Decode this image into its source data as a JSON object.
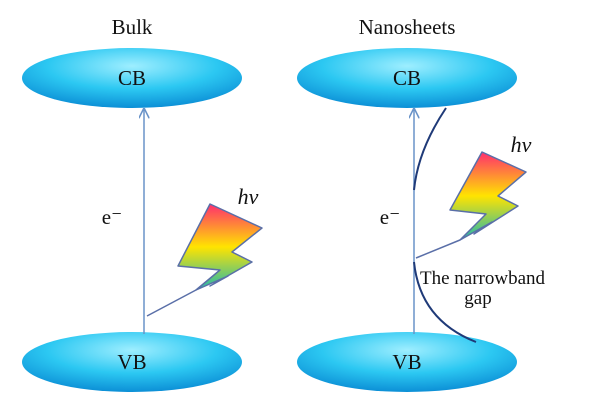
{
  "panels": [
    {
      "title": "Bulk",
      "conduction_band": "CB",
      "valence_band": "VB",
      "electron_label": "e⁻",
      "photon_label": "hν"
    },
    {
      "title": "Nanosheets",
      "conduction_band": "CB",
      "valence_band": "VB",
      "electron_label": "e⁻",
      "photon_label": "hν",
      "annotation_line1": "The narrowband",
      "annotation_line2": "gap"
    }
  ],
  "colors": {
    "band_light": "#9eeeff",
    "band_mid": "#2cc8f2",
    "band_dark": "#0c8fd6",
    "arrow": "#6a93c8",
    "gap_curve": "#1f3a78",
    "bolt_top": "#ff2d6e",
    "bolt_mid": "#ffe400",
    "bolt_bottom": "#1fb8b0",
    "bolt_outline": "#5a6fa8"
  }
}
